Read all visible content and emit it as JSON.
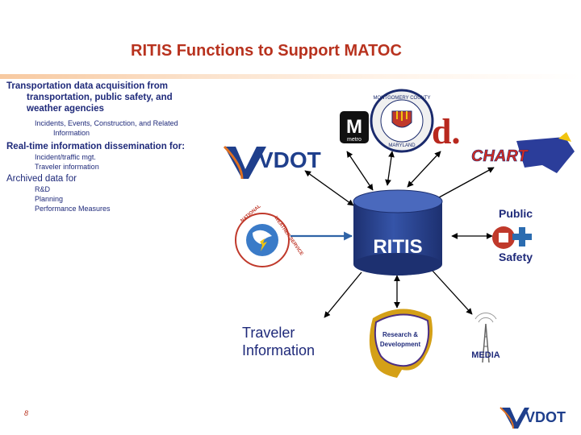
{
  "slide": {
    "title": "RITIS Functions to Support MATOC",
    "page_number": "8"
  },
  "bullets": {
    "acquisition": {
      "line1": "Transportation data acquisition from",
      "line2": "transportation, public safety, and",
      "line3": "weather agencies",
      "sub1": "Incidents, Events, Construction, and Related",
      "sub2": "Information"
    },
    "dissemination": {
      "heading": "Real-time information dissemination for:",
      "sub1": "Incident/traffic mgt.",
      "sub2": "Traveler information"
    },
    "archive": {
      "heading": "Archived data for",
      "sub1": "R&D",
      "sub2": "Planning",
      "sub3": "Performance Measures"
    }
  },
  "diagram": {
    "center_label": "RITIS",
    "traveler_line1": "Traveler",
    "traveler_line2": "Information",
    "vdot_logo": "VDOT",
    "metro_letter": "M",
    "metro_word": "metro",
    "county_seal_top": "MONTGOMERY COUNTY",
    "county_seal_bottom": "MARYLAND",
    "mdot_logo": "d.",
    "chart_logo": "CHART",
    "nws_top": "NATIONAL",
    "nws_right": "WEATHER SERVICE",
    "public_safety_line1": "Public",
    "public_safety_line2": "Safety",
    "research_line1": "Research &",
    "research_line2": "Development",
    "media_label": "MEDIA",
    "footer_logo": "VDOT"
  },
  "colors": {
    "title": "#b8321e",
    "text": "#1f2a7a",
    "cylinder": "#27408b",
    "arrow": "#000000",
    "weather_arrow": "#2f63a6"
  }
}
